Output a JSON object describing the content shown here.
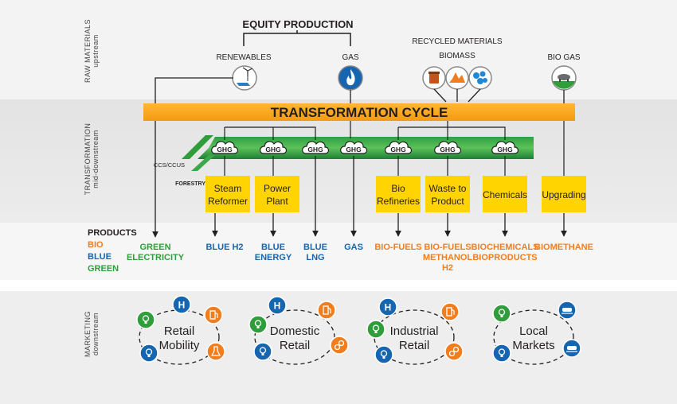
{
  "bands": {
    "raw": {
      "line1": "RAW MATERIALS",
      "line2": "upstream"
    },
    "transformation": {
      "line1": "TRANSFORMATION",
      "line2": "mid-downstream"
    },
    "marketing": {
      "line1": "MARKETING",
      "line2": "downstream"
    }
  },
  "raw_materials": {
    "equity_production": "EQUITY PRODUCTION",
    "renewables": "RENEWABLES",
    "gas": "GAS",
    "recycled_materials": "RECYCLED MATERIALS",
    "biomass": "BIOMASS",
    "bio_gas": "BIO GAS"
  },
  "transformation": {
    "cycle_title": "TRANSFORMATION CYCLE",
    "ghg": "GHG",
    "ccs": "CCS/CCUS",
    "forestry": "FORESTRY",
    "boxes": [
      {
        "line1": "Steam",
        "line2": "Reformer"
      },
      {
        "line1": "Power",
        "line2": "Plant"
      },
      {
        "line1": "Bio",
        "line2": "Refineries"
      },
      {
        "line1": "Waste to",
        "line2": "Product"
      },
      {
        "line1": "Chemicals",
        "line2": ""
      },
      {
        "line1": "Upgrading",
        "line2": ""
      }
    ]
  },
  "products": {
    "header": "PRODUCTS",
    "legend": [
      "BIO",
      "BLUE",
      "GREEN"
    ],
    "items": [
      {
        "lines": [
          "GREEN",
          "ELECTRICITY"
        ]
      },
      {
        "lines": [
          "BLUE H2"
        ]
      },
      {
        "lines": [
          "BLUE",
          "ENERGY"
        ]
      },
      {
        "lines": [
          "BLUE",
          "LNG"
        ]
      },
      {
        "lines": [
          "GAS"
        ]
      },
      {
        "lines": [
          "BIO-FUELS"
        ]
      },
      {
        "lines": [
          "BIO-FUELS",
          "METHANOL",
          "H2"
        ]
      },
      {
        "lines": [
          "BIOCHEMICALS",
          "BIOPRODUCTS"
        ]
      },
      {
        "lines": [
          "BIOMETHANE"
        ]
      }
    ]
  },
  "marketing": {
    "clusters": [
      {
        "line1": "Retail",
        "line2": "Mobility"
      },
      {
        "line1": "Domestic",
        "line2": "Retail"
      },
      {
        "line1": "Industrial",
        "line2": "Retail"
      },
      {
        "line1": "Local",
        "line2": "Markets"
      }
    ],
    "icon_letter_h": "H"
  },
  "colors": {
    "bio": "#f07e1f",
    "blue": "#1565b0",
    "green": "#2f9e3a",
    "yellow": "#ffd400",
    "orange_bar": "#f5a623",
    "band_gray": "#e8e8e8",
    "dark": "#231f20"
  }
}
